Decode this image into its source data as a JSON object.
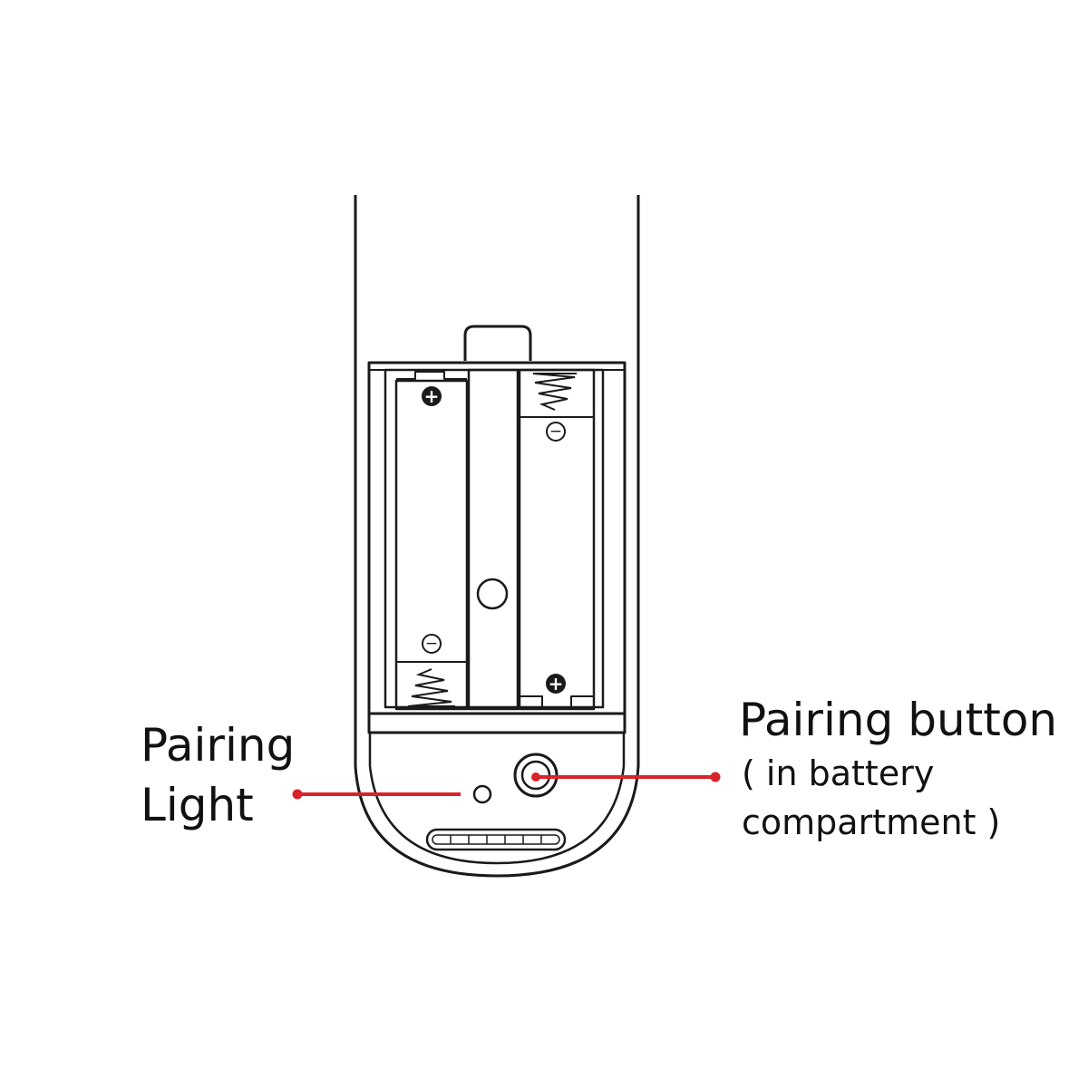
{
  "labels": {
    "pairing_light": [
      "Pairing",
      "Light"
    ],
    "pairing_button": "Pairing button",
    "pairing_button_note": [
      "( in battery",
      "compartment )"
    ]
  },
  "battery_marks": {
    "left_top": "+",
    "left_bottom": "−",
    "right_top": "−",
    "right_bottom": "+"
  },
  "colors": {
    "outline": "#1a1a1a",
    "callout": "#d8232a",
    "background": "#ffffff"
  }
}
